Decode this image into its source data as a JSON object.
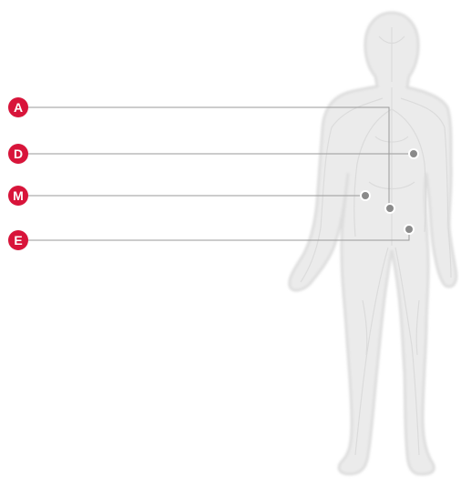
{
  "figure": {
    "subject": "human-body-silhouette",
    "colors": {
      "badge": "#d8143a",
      "leader_line": "#9a9a9a",
      "marker_dot": "#8a8a8a",
      "body_fill": "#ebebeb",
      "body_edge": "#d8d8d8",
      "vessels": "#dcdcdc"
    }
  },
  "callouts": [
    {
      "id": "a",
      "label": "A"
    },
    {
      "id": "d",
      "label": "D"
    },
    {
      "id": "m",
      "label": "M"
    },
    {
      "id": "e",
      "label": "E"
    }
  ]
}
